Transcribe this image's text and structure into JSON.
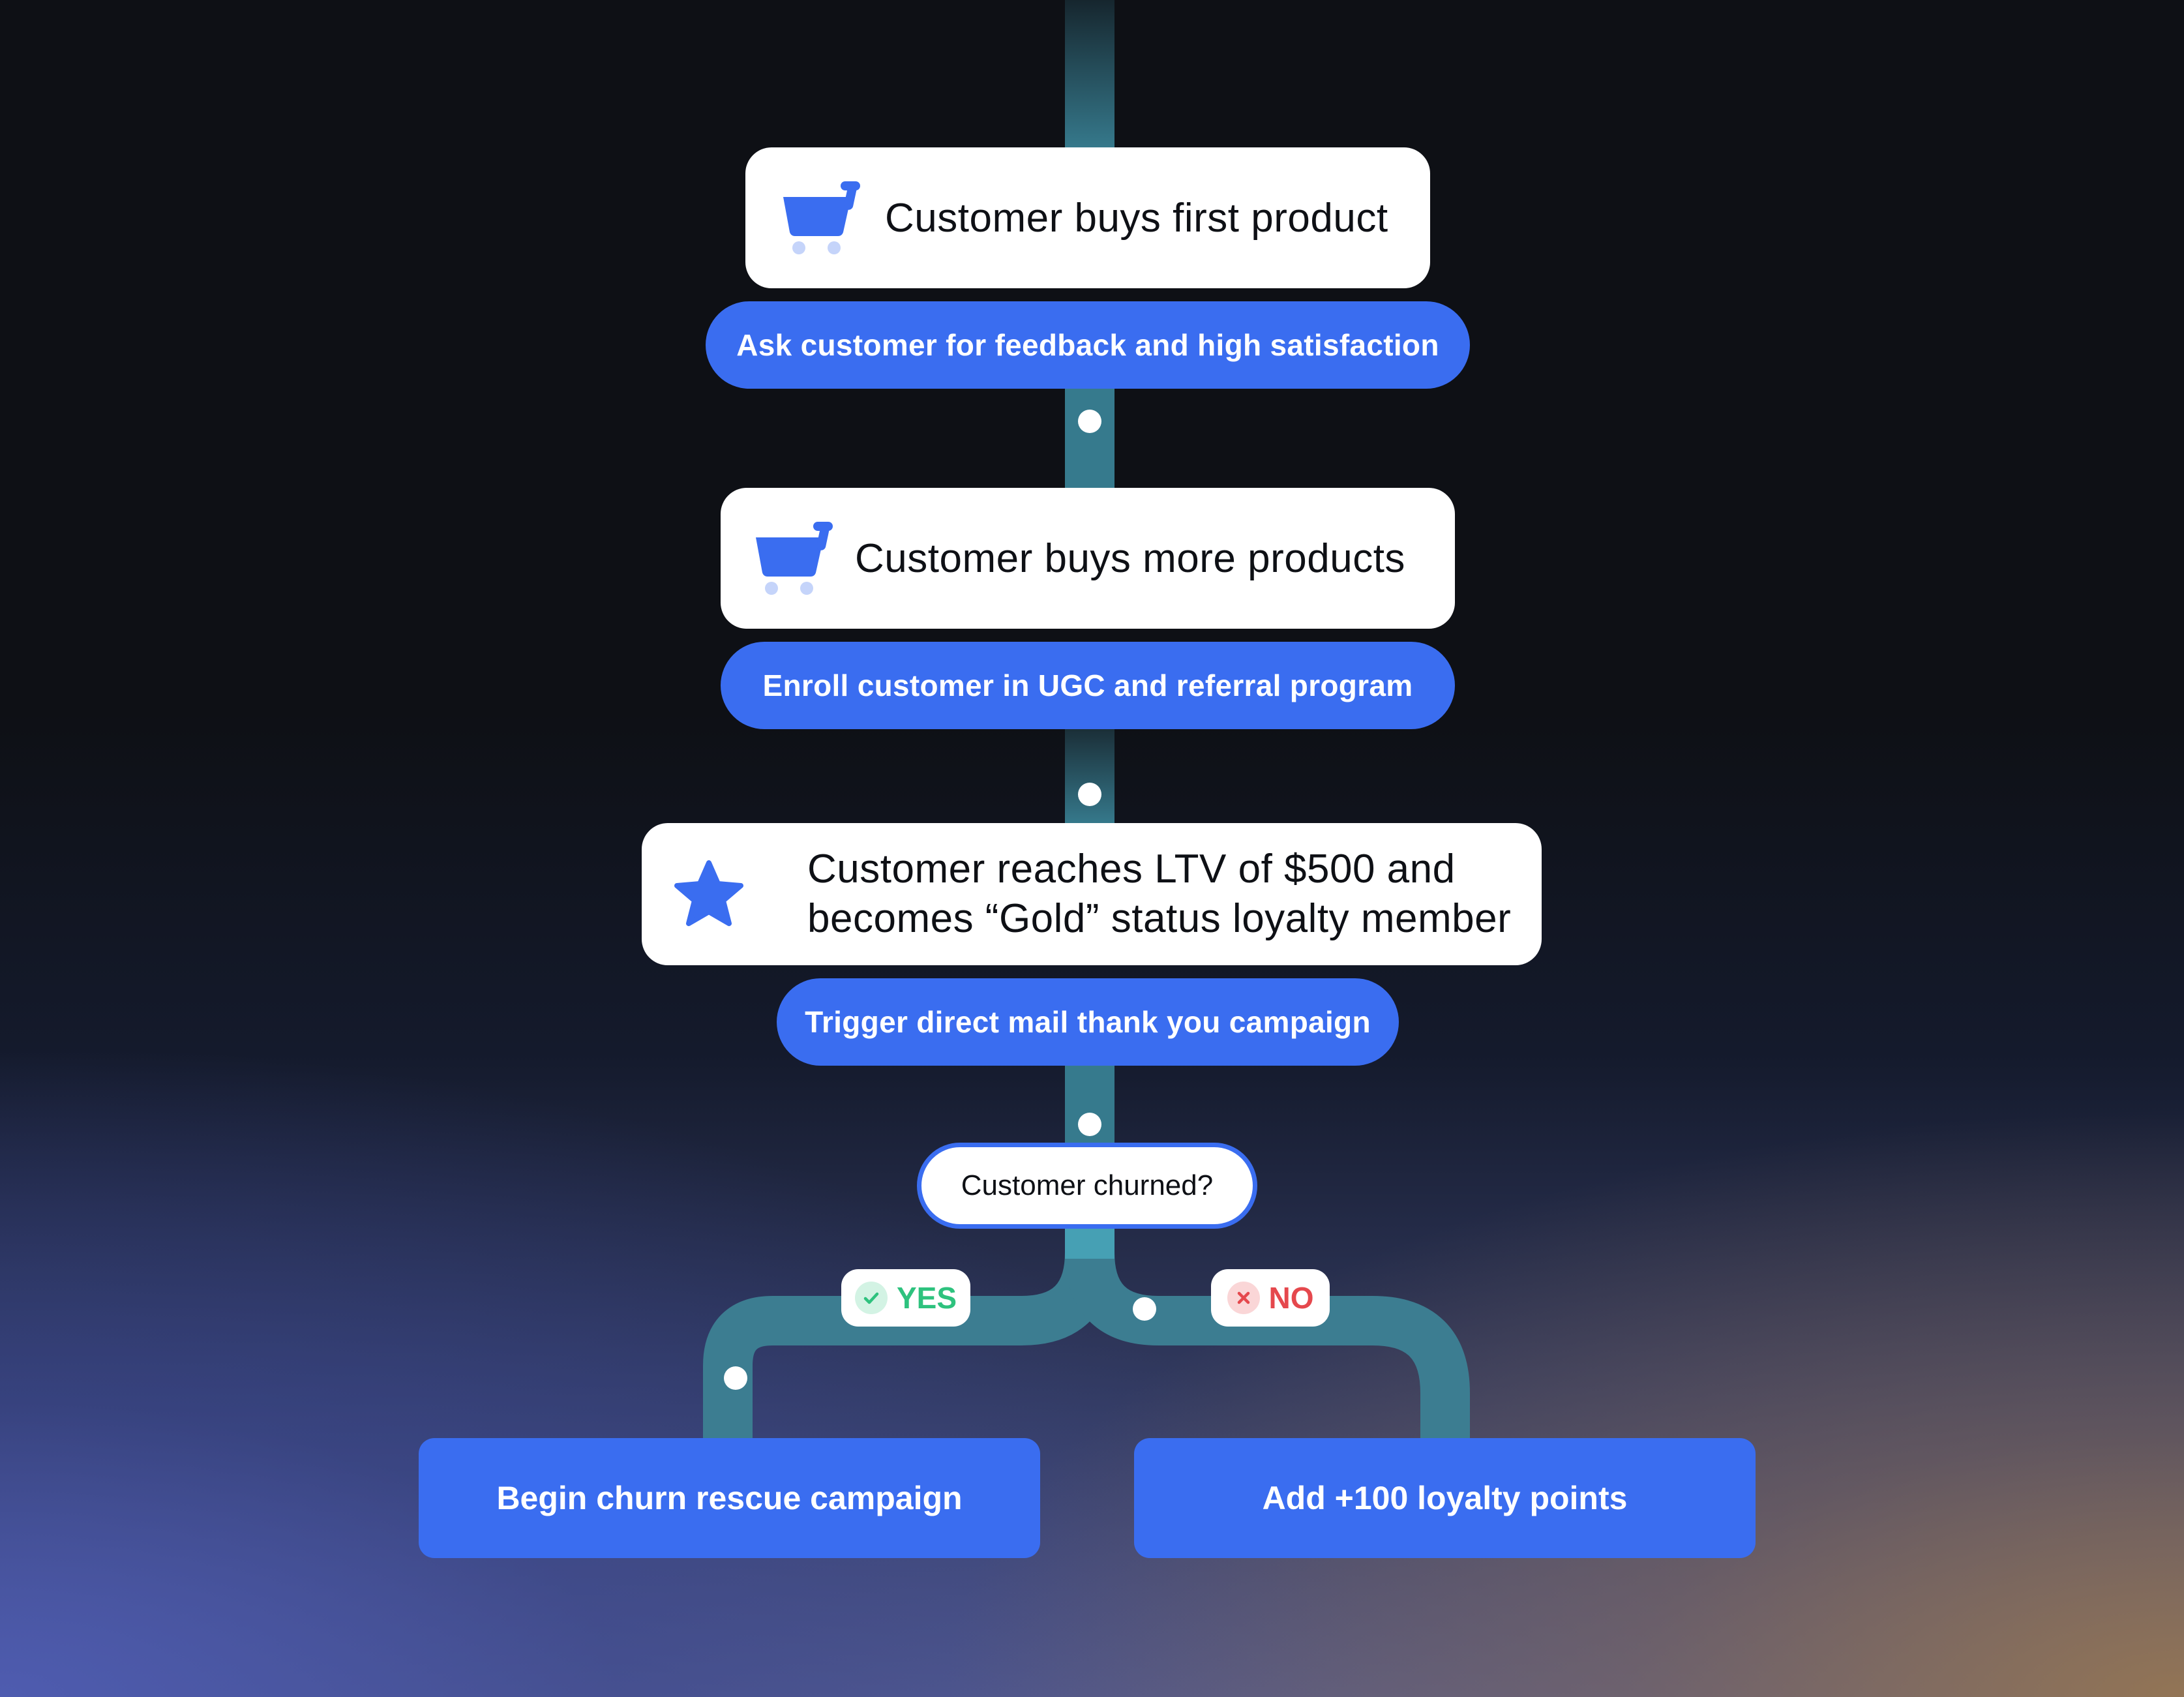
{
  "steps": [
    {
      "event": "Customer buys first product",
      "event_icon": "shopping-cart-icon",
      "action": "Ask customer for feedback and high satisfaction"
    },
    {
      "event": "Customer buys more products",
      "event_icon": "shopping-cart-icon",
      "action": "Enroll customer in UGC and referral program"
    },
    {
      "event": "Customer reaches LTV of $500 and\nbecomes “Gold” status loyalty member",
      "event_icon": "star-icon",
      "action": "Trigger direct mail thank you campaign"
    }
  ],
  "decision": {
    "question": "Customer churned?",
    "yes": {
      "label": "YES",
      "icon": "check-icon",
      "color": "#2ec27e",
      "outcome": "Begin churn rescue campaign"
    },
    "no": {
      "label": "NO",
      "icon": "x-icon",
      "color": "#e5484d",
      "outcome": "Add +100 loyalty points"
    }
  },
  "colors": {
    "accent": "#3a6df0",
    "track": "#3a7f93",
    "card": "#ffffff",
    "text_dark": "#0e1015"
  }
}
